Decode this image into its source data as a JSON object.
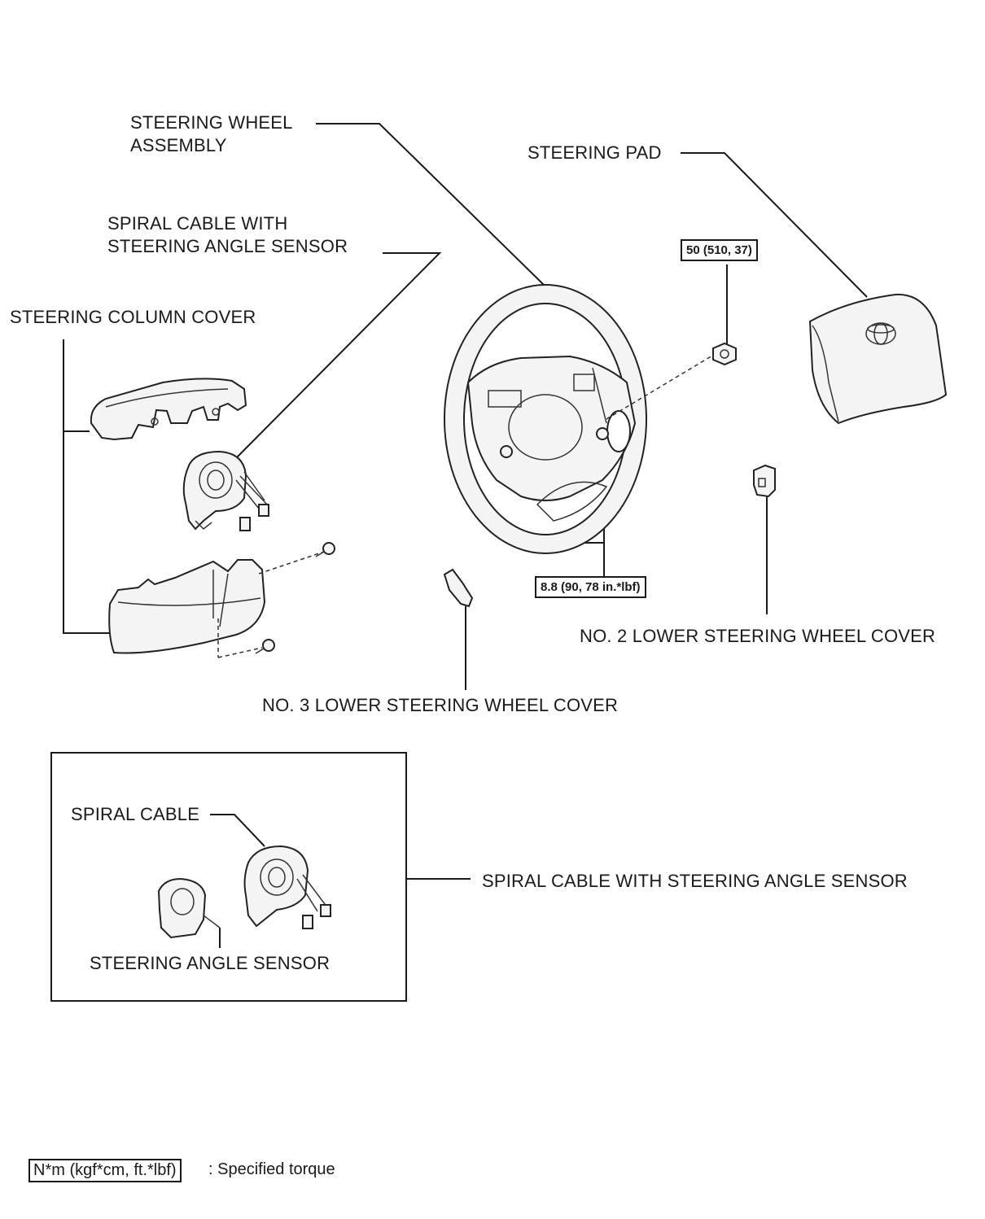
{
  "labels": {
    "steering_wheel_assembly": [
      "STEERING WHEEL",
      "ASSEMBLY"
    ],
    "steering_pad": "STEERING PAD",
    "spiral_cable_with_sensor": [
      "SPIRAL CABLE WITH",
      "STEERING ANGLE SENSOR"
    ],
    "steering_column_cover": "STEERING COLUMN COVER",
    "no2_lower_cover": "NO. 2 LOWER STEERING WHEEL COVER",
    "no3_lower_cover": "NO. 3 LOWER STEERING WHEEL COVER"
  },
  "torque_specs": {
    "pad_nut": "50 (510, 37)",
    "wheel_screws": "8.8 (90, 78 in.*lbf)"
  },
  "inset": {
    "spiral_cable": "SPIRAL CABLE",
    "steering_angle_sensor": "STEERING ANGLE SENSOR",
    "assembly_callout": "SPIRAL CABLE WITH STEERING ANGLE SENSOR"
  },
  "legend": {
    "units": "N*m (kgf*cm, ft.*lbf)",
    "text": ": Specified torque"
  }
}
